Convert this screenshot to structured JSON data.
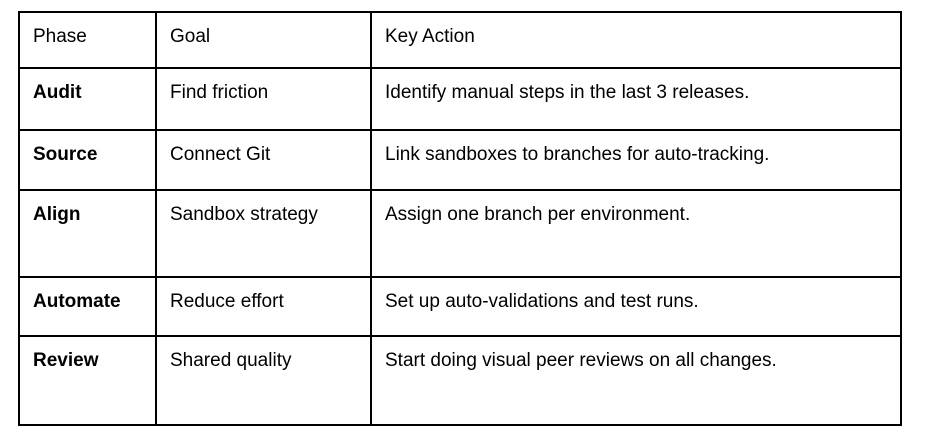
{
  "table": {
    "columns": [
      "Phase",
      "Goal",
      "Key Action"
    ],
    "rows": [
      {
        "phase": "Audit",
        "goal": "Find friction",
        "action": "Identify manual steps in the last 3 releases."
      },
      {
        "phase": "Source",
        "goal": "Connect Git",
        "action": "Link sandboxes to branches for auto-tracking."
      },
      {
        "phase": "Align",
        "goal": "Sandbox strategy",
        "action": "Assign one branch per environment."
      },
      {
        "phase": "Automate",
        "goal": "Reduce effort",
        "action": "Set up auto-validations and test runs."
      },
      {
        "phase": "Review",
        "goal": "Shared quality",
        "action": "Start doing visual peer reviews on all changes."
      }
    ]
  },
  "style": {
    "border_color": "#000000",
    "background_color": "#ffffff",
    "text_color": "#000000"
  }
}
